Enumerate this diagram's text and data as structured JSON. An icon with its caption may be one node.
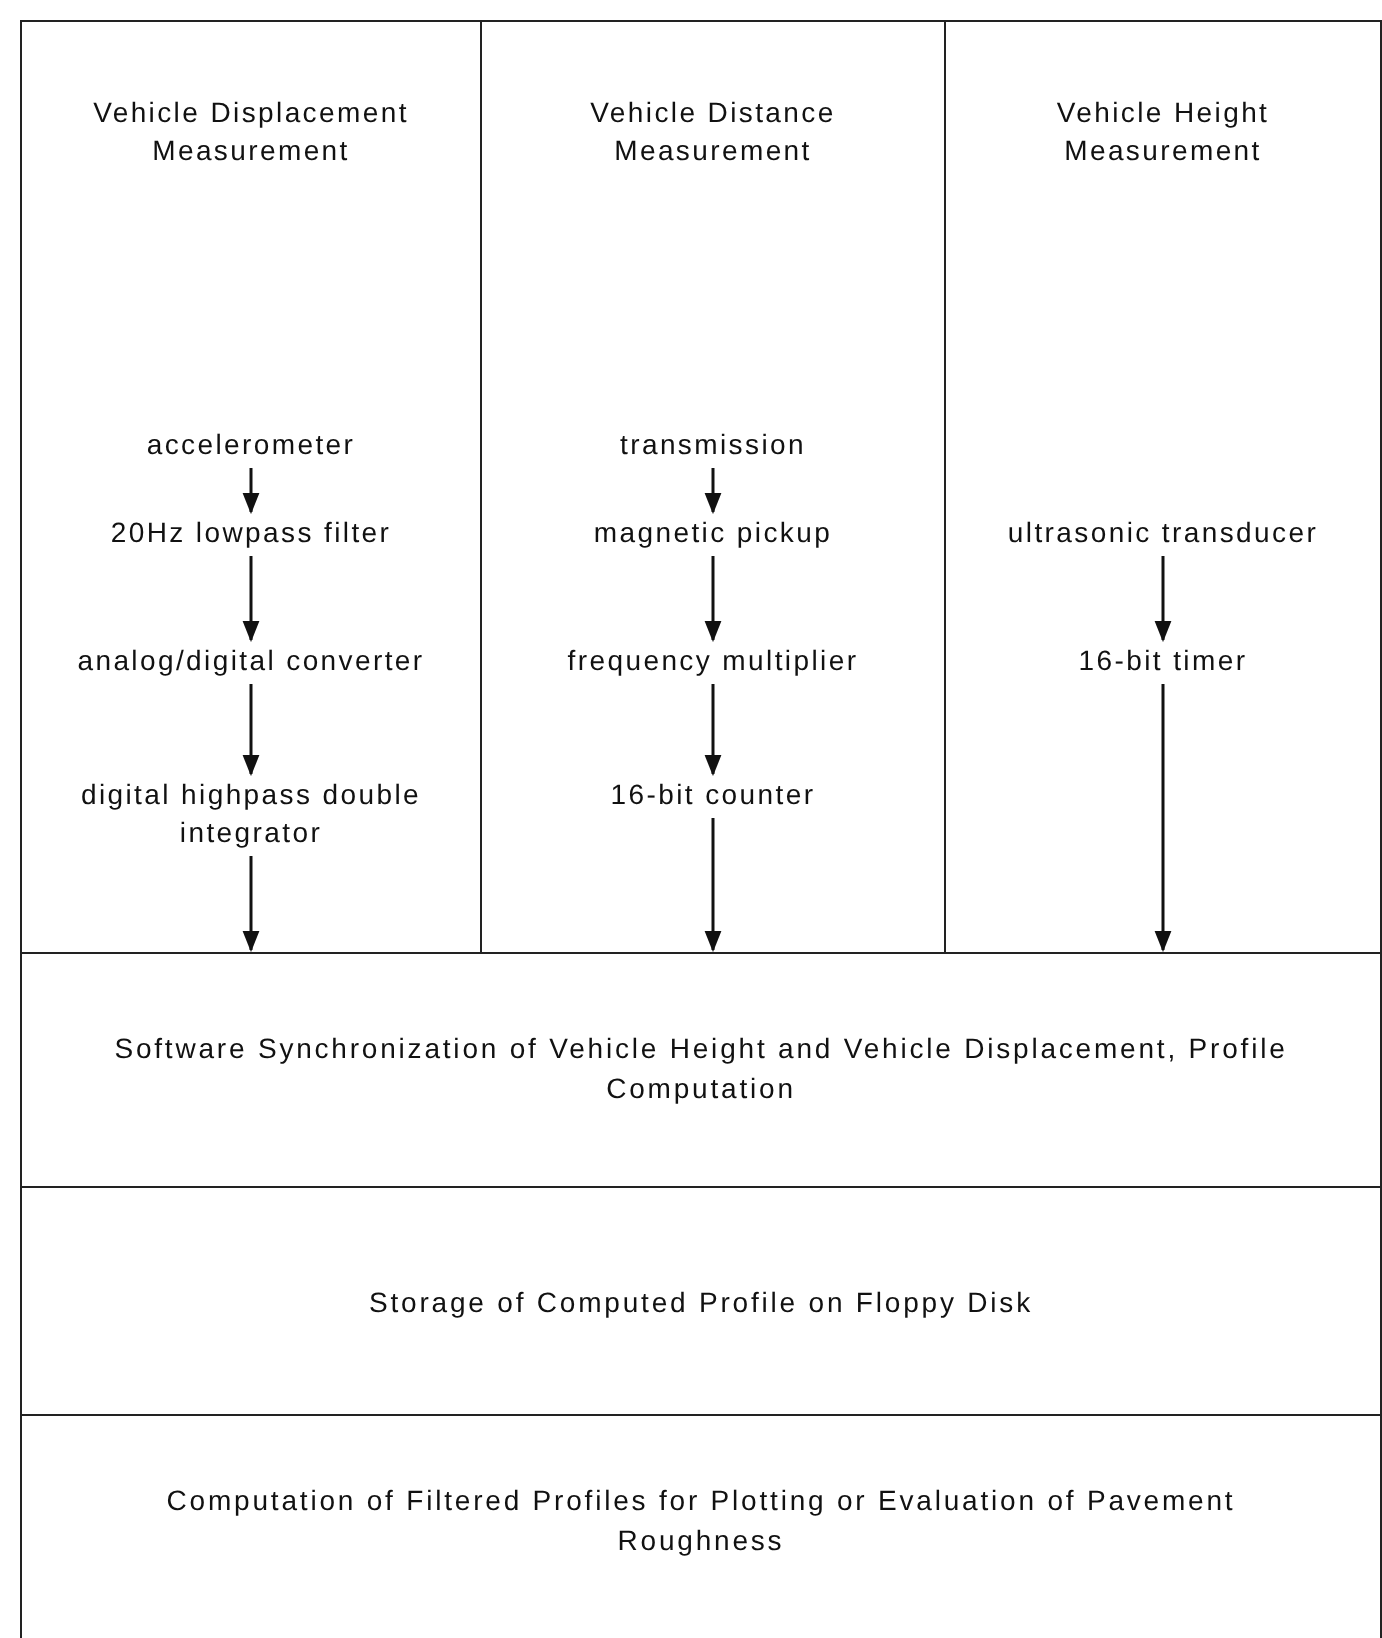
{
  "diagram": {
    "nodes": [
      {
        "text": [
          "Vehicle Displacement Measurement"
        ]
      },
      {
        "text": [
          "accelerometer"
        ],
        "in": 0
      },
      {
        "text": [
          "20Hz lowpass filter"
        ],
        "in": 0
      },
      {
        "text": [
          "analog/digital converter"
        ],
        "in": 0
      },
      {
        "text": [
          "digital highpass double integrator"
        ],
        "in": 0
      },
      {
        "text": [
          "Vehicle Distance Measurement"
        ]
      },
      {
        "text": [
          "transmission"
        ],
        "in": 5
      },
      {
        "text": [
          "magnetic pickup"
        ],
        "in": 5
      },
      {
        "text": [
          "frequency multiplier"
        ],
        "in": 5
      },
      {
        "text": [
          "16-bit counter"
        ],
        "in": 5
      },
      {
        "text": [
          "Vehicle Height Measurement"
        ]
      },
      {
        "text": [
          "ultrasonic transducer"
        ],
        "in": 10
      },
      {
        "text": [
          "16-bit timer"
        ],
        "in": 10
      },
      {
        "text": [
          "Software Synchronization of Vehicle Height and Vehicle Displacement, Profile Computation"
        ]
      },
      {
        "text": [
          "Storage of Computed Profile on Floppy Disk"
        ]
      },
      {
        "text": [
          "Computation of Filtered Profiles for Plotting or Evaluation of Pavement Roughness"
        ]
      }
    ],
    "edges": [
      {
        "from": 1,
        "to": 2,
        "arrow": "to"
      },
      {
        "from": 2,
        "to": 3,
        "arrow": "to"
      },
      {
        "from": 3,
        "to": 4,
        "arrow": "to"
      },
      {
        "from": 4,
        "to": 13,
        "arrow": "to"
      },
      {
        "from": 6,
        "to": 7,
        "arrow": "to"
      },
      {
        "from": 7,
        "to": 8,
        "arrow": "to"
      },
      {
        "from": 8,
        "to": 9,
        "arrow": "to"
      },
      {
        "from": 9,
        "to": 13,
        "arrow": "to"
      },
      {
        "from": 11,
        "to": 12,
        "arrow": "to"
      },
      {
        "from": 12,
        "to": 13,
        "arrow": "to"
      }
    ]
  }
}
